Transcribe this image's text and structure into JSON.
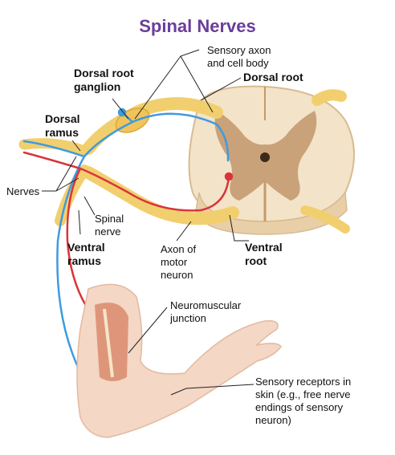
{
  "title": "Spinal Nerves",
  "labels": {
    "sensory_axon": "Sensory axon\nand cell body",
    "dorsal_root_ganglion": "Dorsal root\nganglion",
    "dorsal_root": "Dorsal root",
    "dorsal_ramus": "Dorsal\nramus",
    "nerves": "Nerves",
    "spinal_nerve": "Spinal\nnerve",
    "ventral_ramus": "Ventral\nramus",
    "axon_motor": "Axon of\nmotor\nneuron",
    "ventral_root": "Ventral\nroot",
    "neuromuscular": "Neuromuscular\njunction",
    "sensory_receptors": "Sensory receptors in\nskin (e.g., free nerve\nendings of sensory\nneuron)"
  },
  "colors": {
    "title": "#6a3d9a",
    "nerve_yellow": "#f2cf6e",
    "sensory_blue": "#3d9be0",
    "motor_red": "#d9343b",
    "white_matter": "#f3e3c8",
    "gray_matter": "#c9a27a",
    "skin": "#f4d7c4"
  }
}
